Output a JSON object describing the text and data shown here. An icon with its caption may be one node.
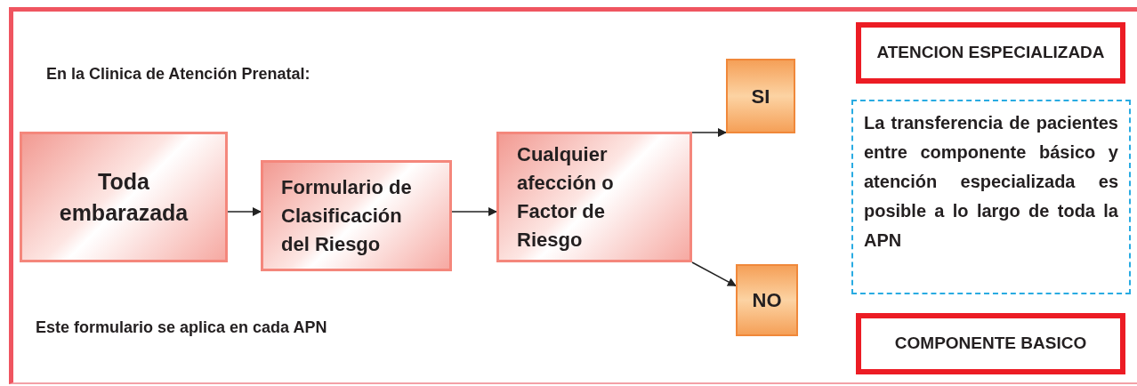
{
  "diagram": {
    "nodes": [
      {
        "text": [
          "Toda embarazada"
        ]
      },
      {
        "text": [
          "Formulario de Clasificación del Riesgo"
        ]
      },
      {
        "text": [
          "Cualquier afección o Factor de Riesgo"
        ]
      },
      {
        "text": [
          "SI"
        ]
      },
      {
        "text": [
          "NO"
        ]
      },
      {
        "text": [
          "ATENCION ESPECIALIZADA"
        ]
      },
      {
        "text": [
          "La transferencia de pacientes entre componente básico y atención especializada es posible a lo largo de toda la APN"
        ]
      },
      {
        "text": [
          "COMPONENTE BASICO"
        ]
      }
    ],
    "edges": [
      {
        "from": 0,
        "to": 1,
        "arrow": "to"
      },
      {
        "from": 1,
        "to": 2,
        "arrow": "to"
      },
      {
        "from": 2,
        "to": 3,
        "arrow": "to"
      },
      {
        "from": 2,
        "to": 4,
        "arrow": "to"
      }
    ],
    "labels": [
      "En la Clinica de Atención Prenatal:",
      "Este formulario se aplica en cada APN"
    ]
  }
}
